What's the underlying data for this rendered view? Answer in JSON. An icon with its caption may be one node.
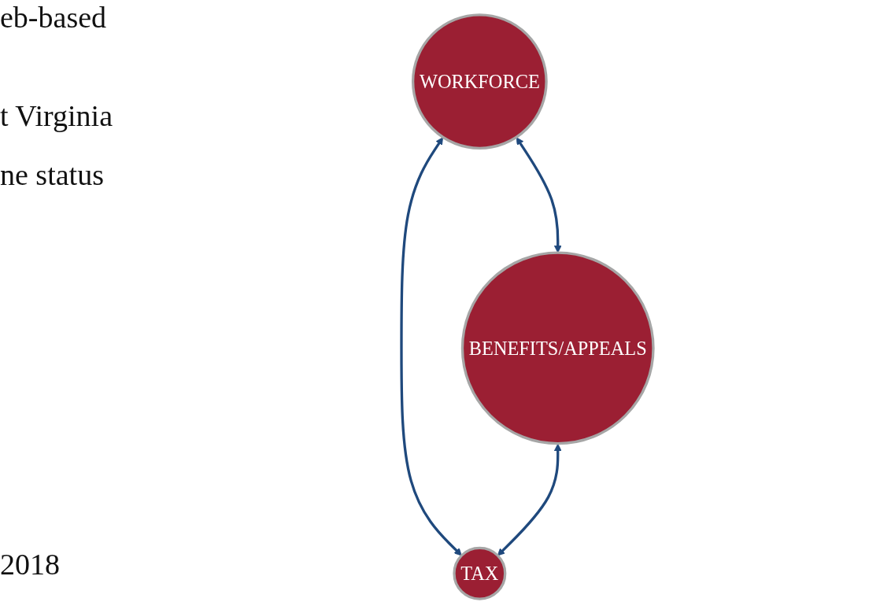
{
  "diagram": {
    "nodes": [
      {
        "text": [
          "WORKFORCE"
        ]
      },
      {
        "text": [
          "BENEFITS/APPEALS"
        ]
      },
      {
        "text": [
          "TAX"
        ]
      }
    ],
    "edges": [
      {
        "from": 0,
        "to": 1,
        "arrow": "both"
      },
      {
        "from": 0,
        "to": 2,
        "arrow": "both"
      },
      {
        "from": 1,
        "to": 2,
        "arrow": "both"
      }
    ],
    "labels": [
      "eb-based",
      "t Virginia",
      "ne status",
      "2018"
    ]
  }
}
